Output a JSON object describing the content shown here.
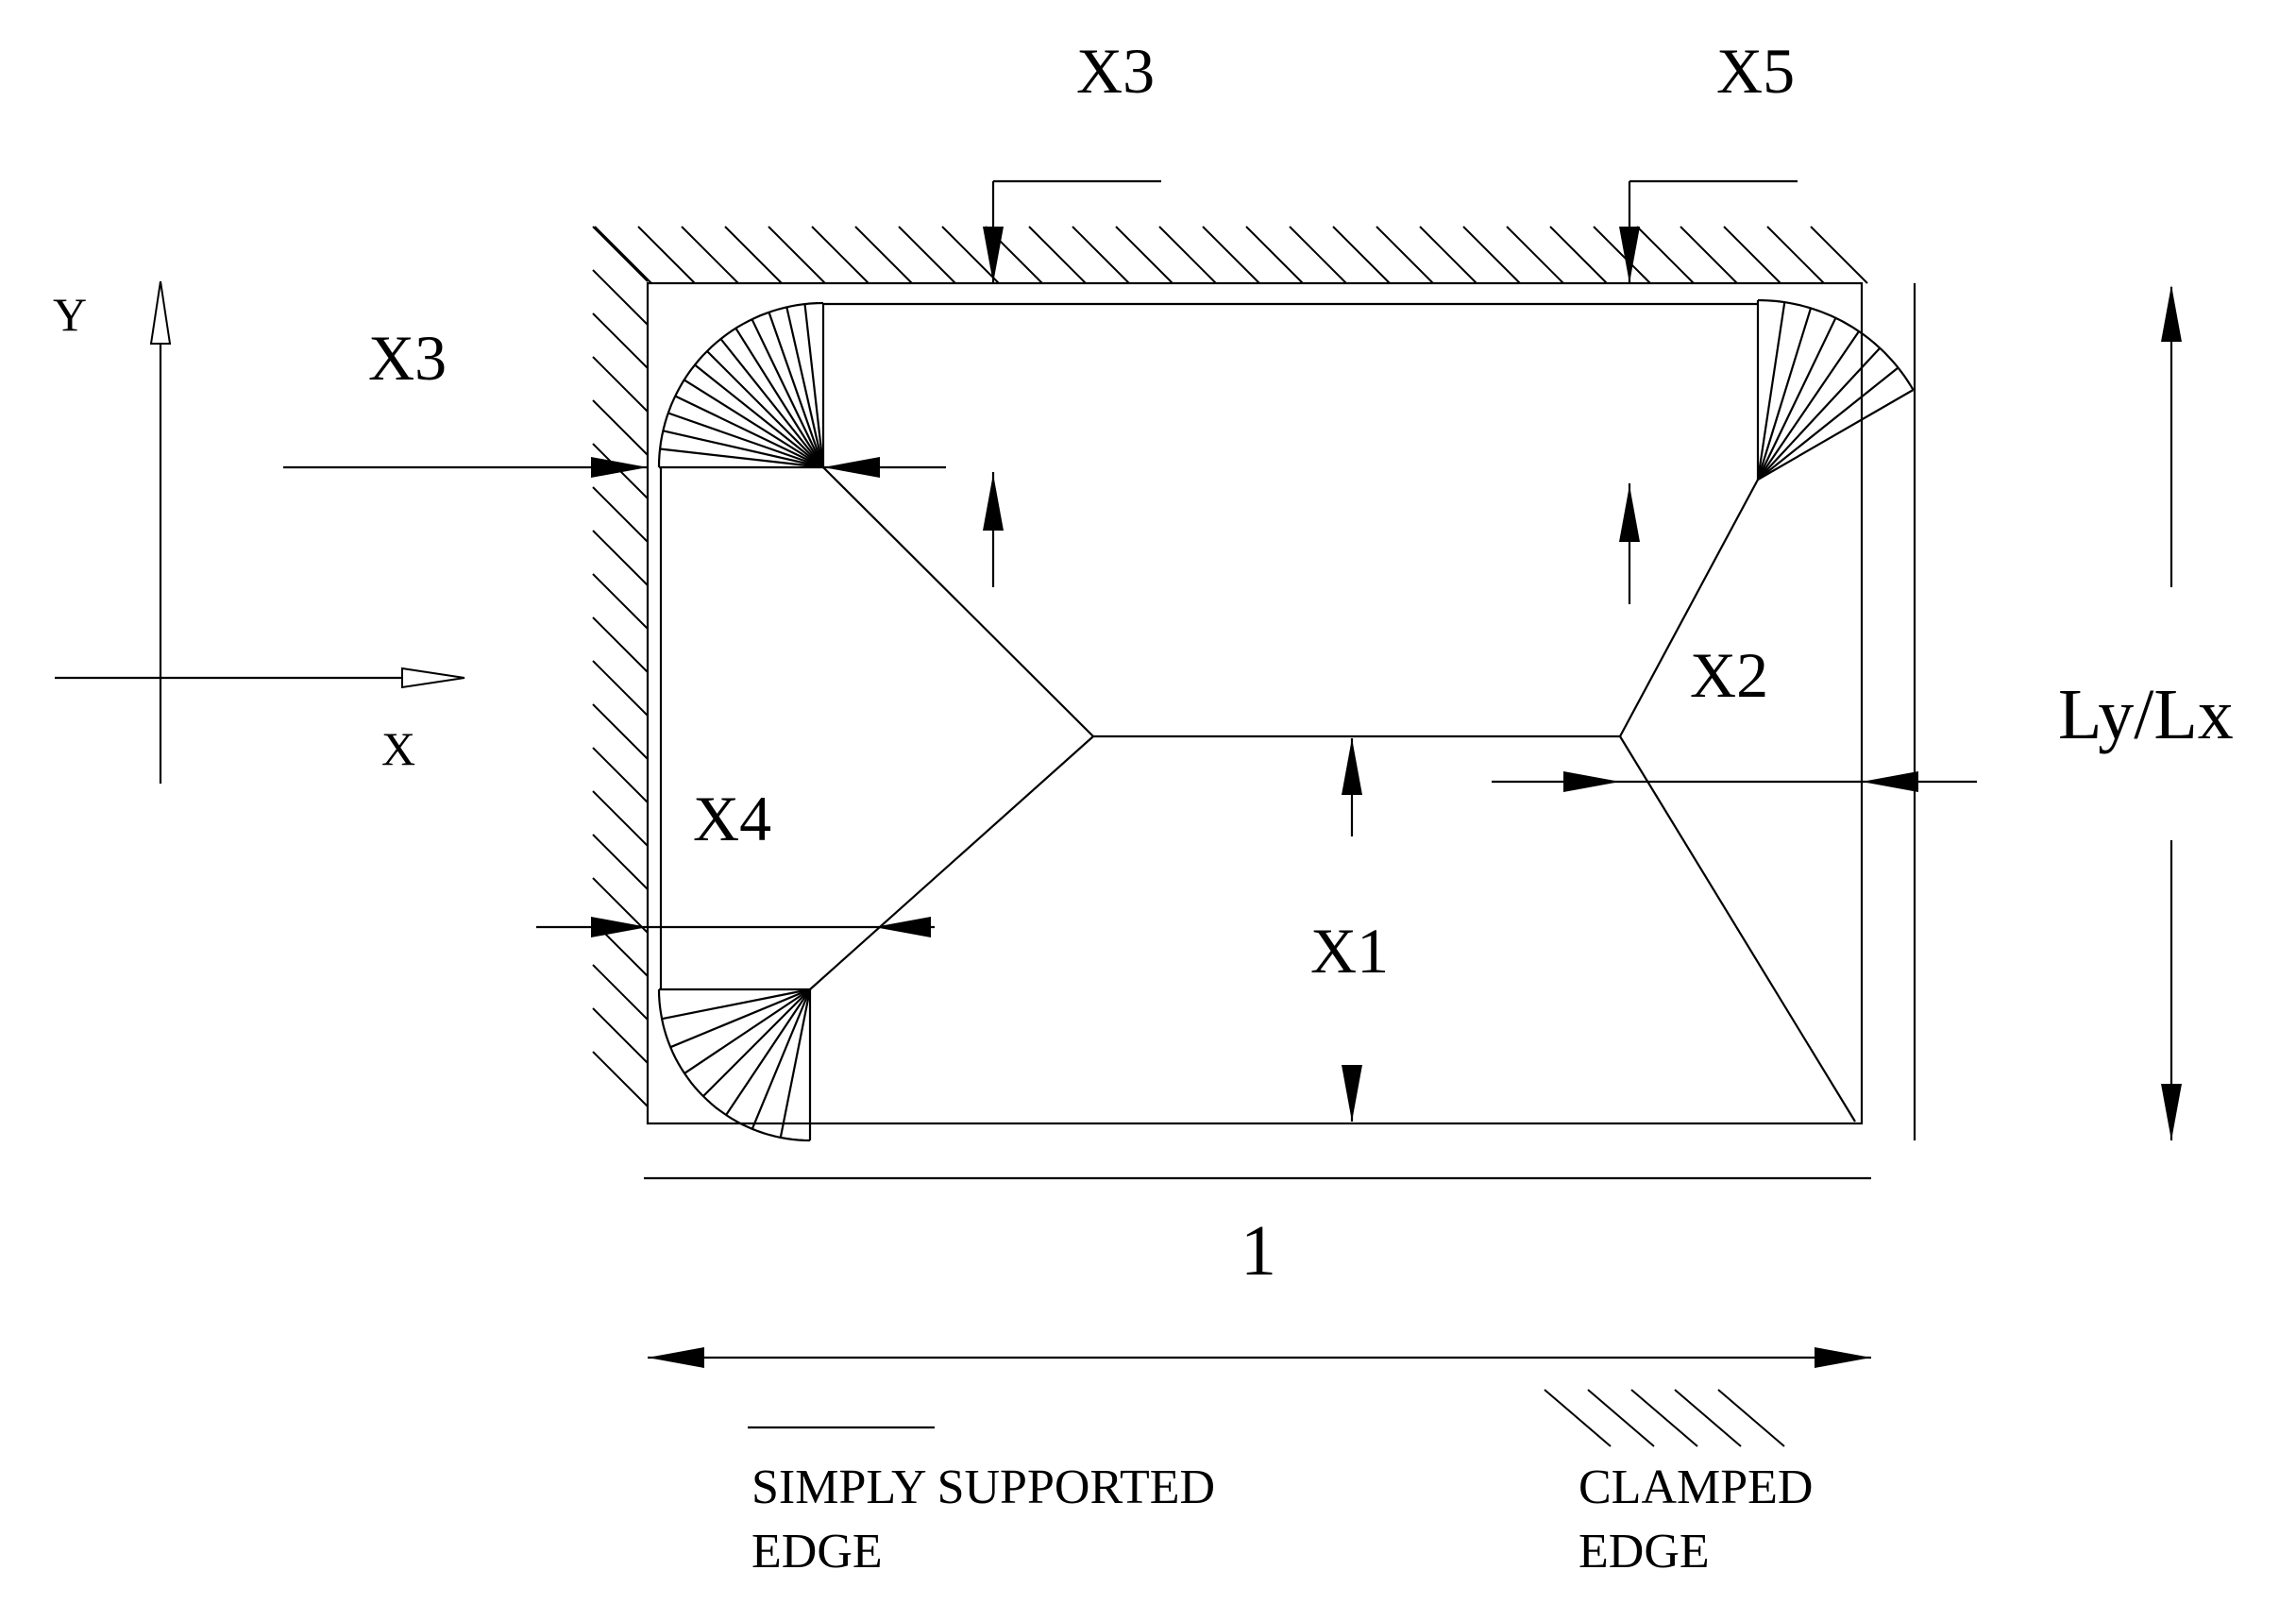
{
  "diagram": {
    "axes": {
      "x_label": "X",
      "y_label": "Y"
    },
    "parameters": {
      "x1": "X1",
      "x2": "X2",
      "x3_top": "X3",
      "x3_left": "X3",
      "x4": "X4",
      "x5": "X5"
    },
    "aspect_ratio_label": "Ly/Lx",
    "width_label": "1",
    "legend": {
      "simply_supported_line1": "SIMPLY SUPPORTED",
      "simply_supported_line2": "EDGE",
      "clamped_line1": "CLAMPED",
      "clamped_line2": "EDGE"
    },
    "edges": {
      "top": "clamped",
      "left": "clamped",
      "right": "simply supported",
      "bottom": "simply supported"
    }
  }
}
